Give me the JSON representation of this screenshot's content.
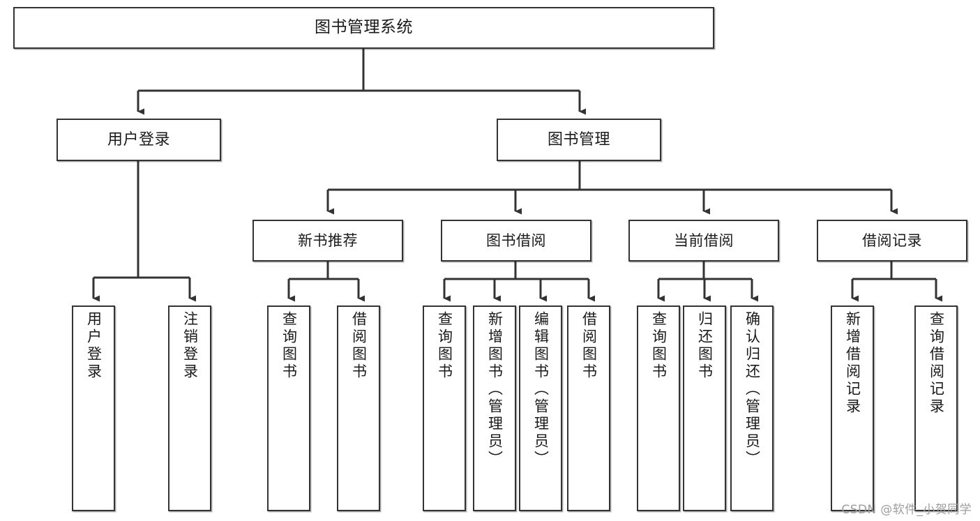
{
  "diagram": {
    "title": "图书管理系统",
    "type": "tree-hierarchy-chart",
    "watermark": "CSDN @软件_小贺同学",
    "colors": {
      "stroke": "#333333",
      "box_fill": "#ffffff",
      "text": "#1a1a1a",
      "watermark": "#9d9d9d",
      "background": "#ffffff"
    },
    "root": {
      "label": "图书管理系统"
    },
    "level2": [
      {
        "label": "用户登录"
      },
      {
        "label": "图书管理"
      }
    ],
    "level3": [
      {
        "label": "新书推荐"
      },
      {
        "label": "图书借阅"
      },
      {
        "label": "当前借阅"
      },
      {
        "label": "借阅记录"
      }
    ],
    "leaves": {
      "user_login": [
        {
          "label": "用户登录"
        },
        {
          "label": "注销登录"
        }
      ],
      "new_book_recommend": [
        {
          "label": "查询图书"
        },
        {
          "label": "借阅图书"
        }
      ],
      "book_borrow": [
        {
          "label": "查询图书"
        },
        {
          "label": "新增图书（管理员）"
        },
        {
          "label": "编辑图书（管理员）"
        },
        {
          "label": "借阅图书"
        }
      ],
      "current_borrow": [
        {
          "label": "查询图书"
        },
        {
          "label": "归还图书"
        },
        {
          "label": "确认归还（管理员）"
        }
      ],
      "borrow_record": [
        {
          "label": "新增借阅记录"
        },
        {
          "label": "查询借阅记录"
        }
      ]
    }
  }
}
